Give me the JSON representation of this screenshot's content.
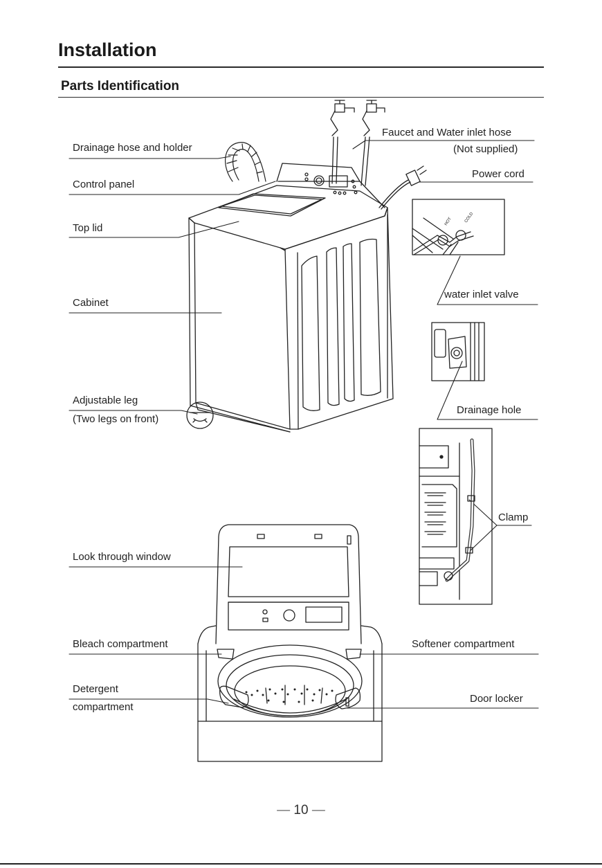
{
  "header": {
    "title": "Installation",
    "subtitle": "Parts Identification"
  },
  "labels": {
    "drainage_hose": "Drainage hose and holder",
    "control_panel": "Control panel",
    "top_lid": "Top lid",
    "cabinet": "Cabinet",
    "adjustable_leg": "Adjustable leg",
    "two_legs": "(Two legs on front)",
    "faucet": "Faucet and Water inlet hose",
    "not_supplied": "(Not supplied)",
    "power_cord": "Power cord",
    "inlet_valve": "water inlet valve",
    "drainage_hole": "Drainage hole",
    "clamp": "Clamp",
    "look_through": "Look through window",
    "bleach": "Bleach compartment",
    "detergent_1": "Detergent",
    "detergent_2": "compartment",
    "softener": "Softener compartment",
    "door_locker": "Door locker",
    "valve_hot": "HOT",
    "valve_cold": "COLD"
  },
  "footer": {
    "page_number": "10"
  },
  "colors": {
    "ink": "#1a1a1a",
    "line": "#2a2a2a",
    "paper": "#ffffff"
  }
}
